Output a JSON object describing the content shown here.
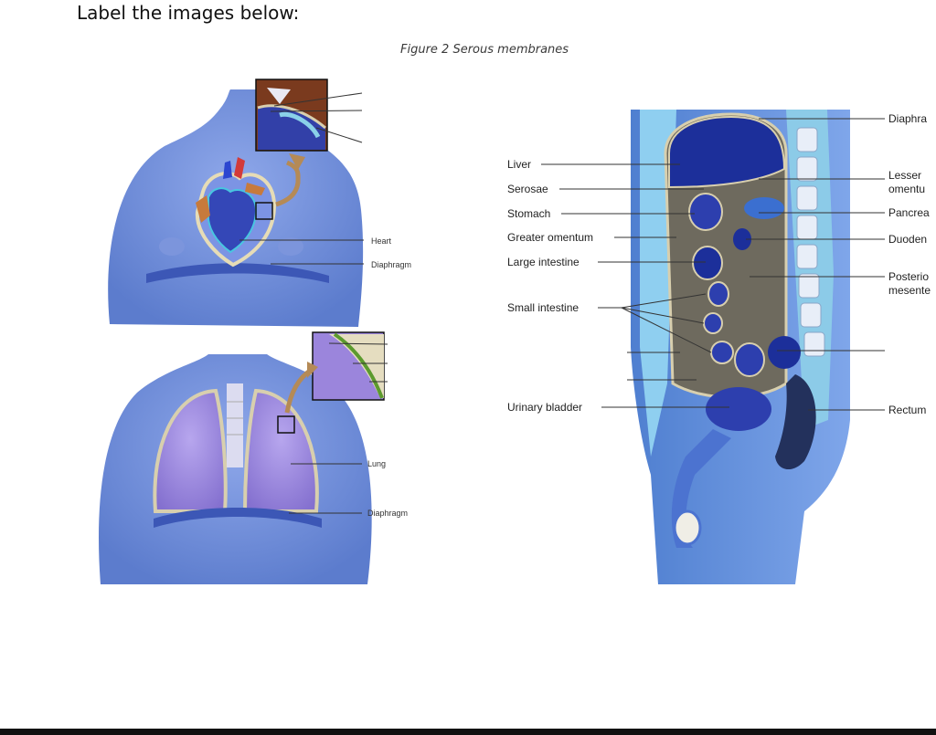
{
  "instruction": "Label the images below:",
  "figure_caption": "Figure 2 Serous membranes",
  "thorax_figure": {
    "labels": [
      "Heart",
      "Diaphragm"
    ]
  },
  "lungs_figure": {
    "labels": [
      "Lung",
      "Diaphragm"
    ]
  },
  "abdomen_figure": {
    "left_labels": [
      "Liver",
      "Serosae",
      "Stomach",
      "Greater omentum",
      "Large intestine",
      "Small intestine",
      "Urinary bladder"
    ],
    "right_labels": [
      "Diaphra",
      "Lesser",
      "omentu",
      "Pancrea",
      "Duoden",
      "Posterio",
      "mesente",
      "Rectum"
    ]
  },
  "colors": {
    "body_blue": "#6f8fd6",
    "membrane_tan": "#d8cfae",
    "cavity_gray": "#6e6a5e",
    "lung_purple": "#9a86d8",
    "organ_navy": "#1c2f9a"
  }
}
